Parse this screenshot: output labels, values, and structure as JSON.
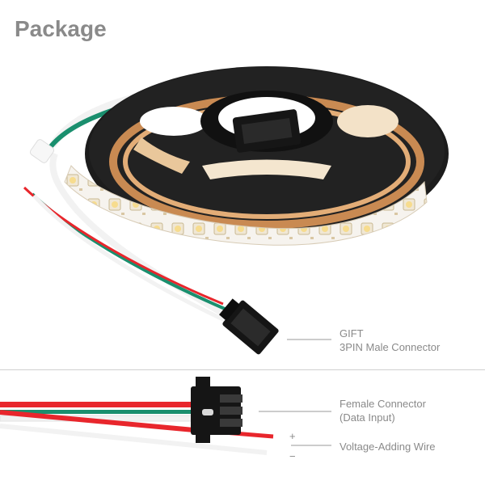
{
  "header": {
    "title": "Package"
  },
  "gift": {
    "line1": "GIFT",
    "line2": "3PIN Male Connector"
  },
  "female": {
    "line1": "Female Connector",
    "line2": "(Data Input)"
  },
  "voltage": {
    "label": "Voltage-Adding Wire",
    "plus": "+",
    "minus": "−"
  },
  "colors": {
    "wire_red": "#e8262c",
    "wire_green": "#1a8f6e",
    "wire_white": "#f2f2f2",
    "reel": "#1a1a1a",
    "strip": "#f7f4ef",
    "led": "#f5d98a"
  }
}
